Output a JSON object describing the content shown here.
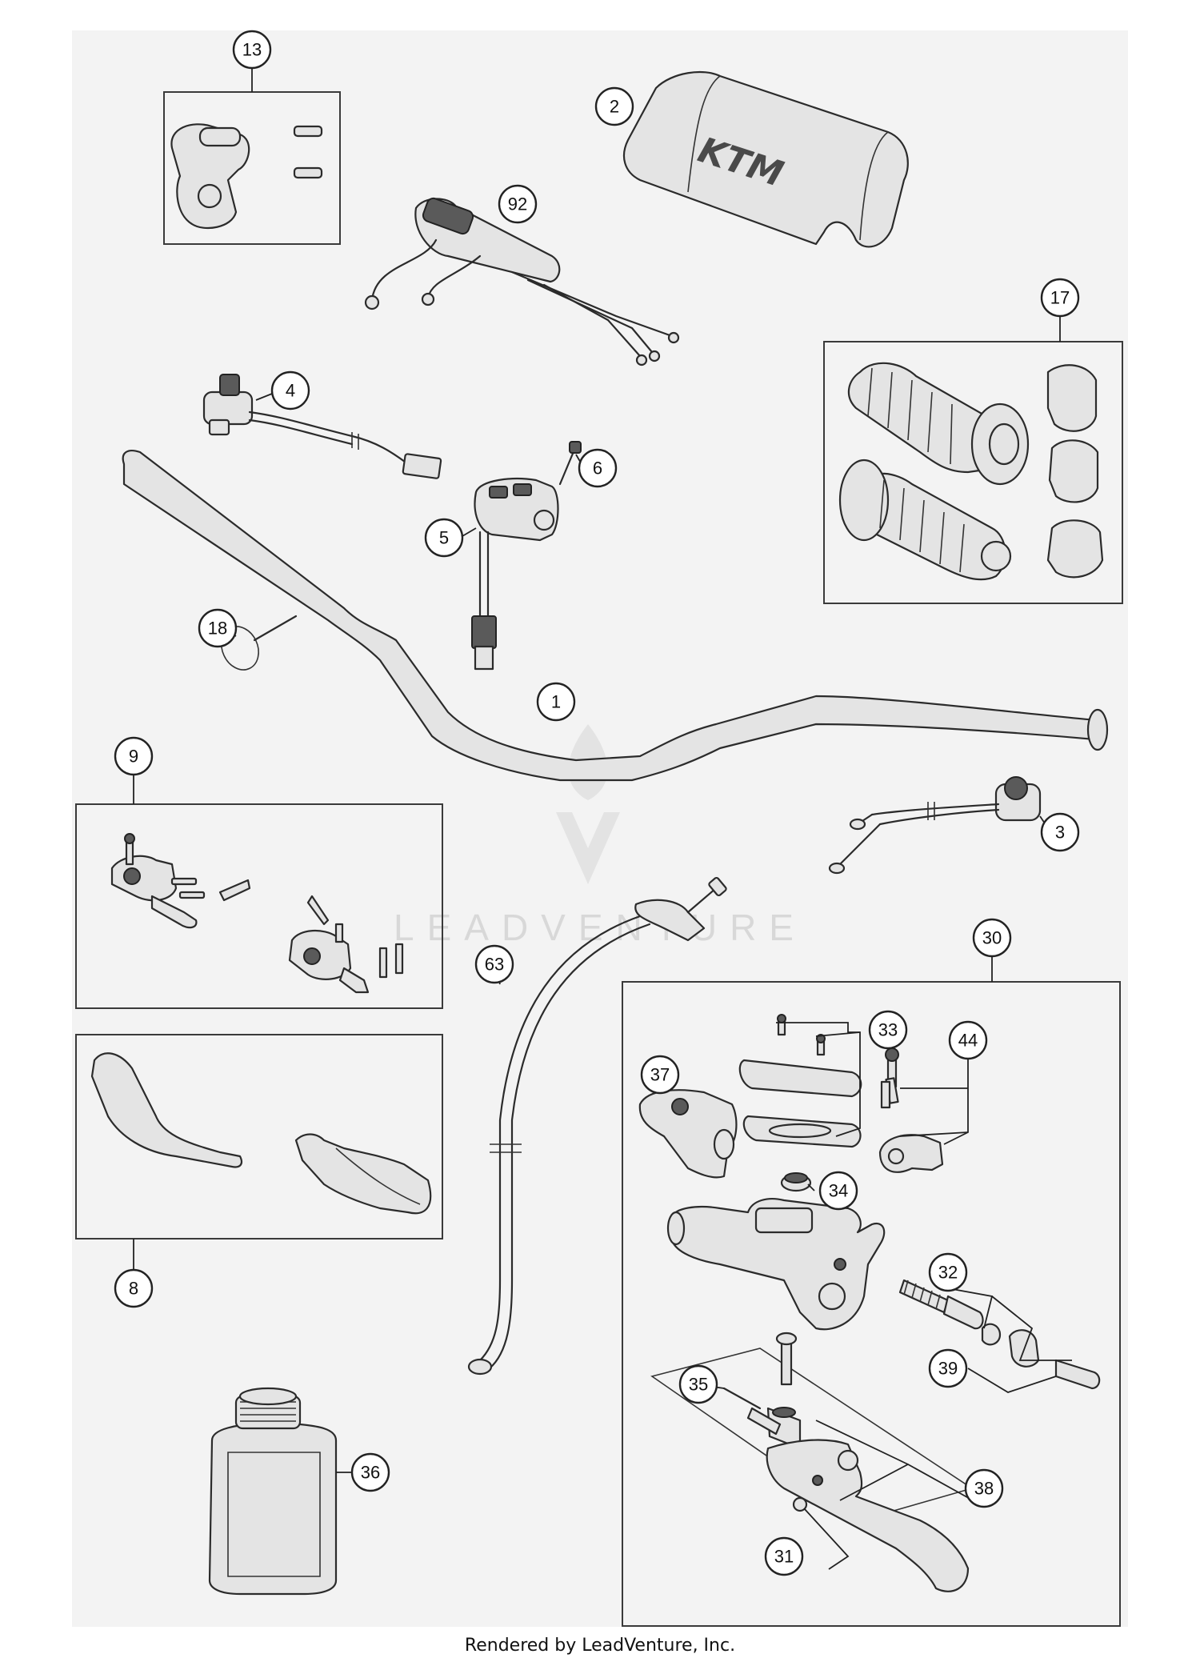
{
  "diagram": {
    "watermark": "LEADVENTURE",
    "footer": "Rendered by LeadVenture, Inc.",
    "brand_mark": "KTM",
    "callouts": [
      {
        "id": "13"
      },
      {
        "id": "2"
      },
      {
        "id": "92"
      },
      {
        "id": "17"
      },
      {
        "id": "4"
      },
      {
        "id": "6"
      },
      {
        "id": "5"
      },
      {
        "id": "18"
      },
      {
        "id": "1"
      },
      {
        "id": "9"
      },
      {
        "id": "3"
      },
      {
        "id": "30"
      },
      {
        "id": "63"
      },
      {
        "id": "33"
      },
      {
        "id": "37"
      },
      {
        "id": "44"
      },
      {
        "id": "34"
      },
      {
        "id": "32"
      },
      {
        "id": "39"
      },
      {
        "id": "35"
      },
      {
        "id": "8"
      },
      {
        "id": "36"
      },
      {
        "id": "38"
      },
      {
        "id": "31"
      }
    ]
  }
}
